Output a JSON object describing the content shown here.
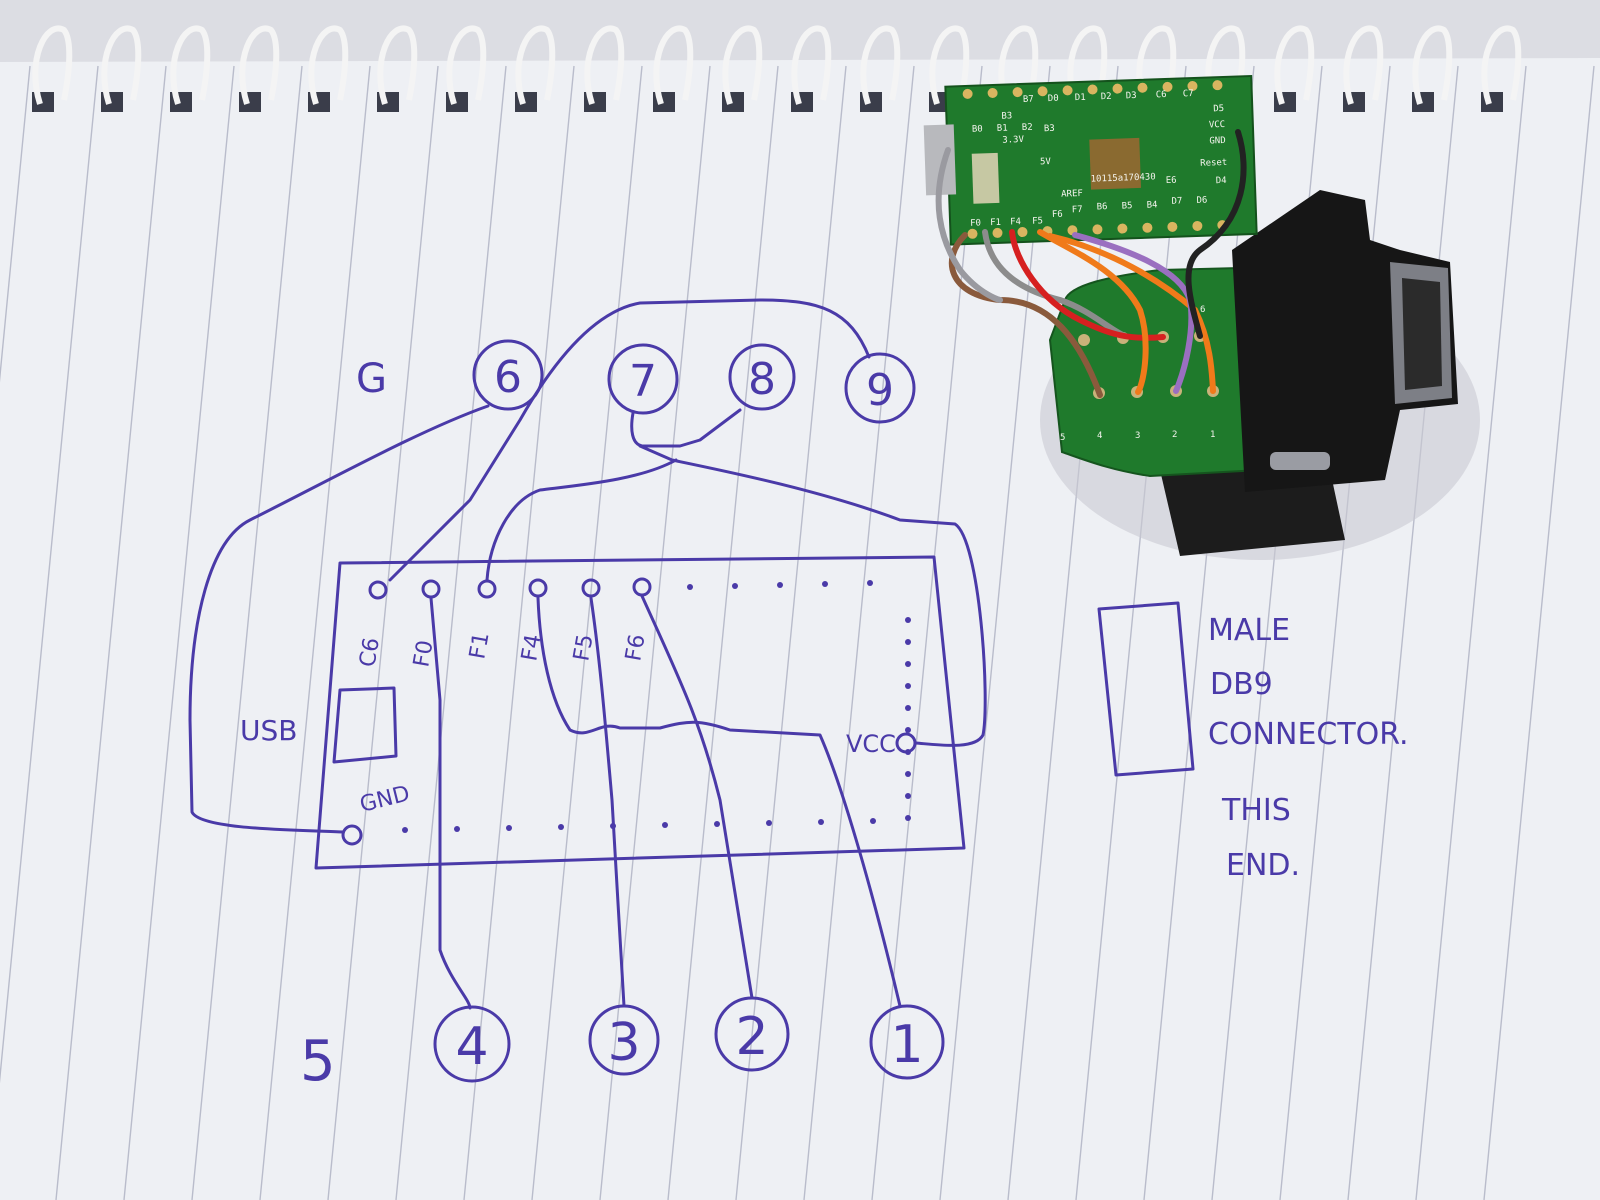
{
  "top_pins": [
    {
      "label": "G"
    },
    {
      "label": "6"
    },
    {
      "label": "7"
    },
    {
      "label": "8"
    },
    {
      "label": "9"
    }
  ],
  "bottom_pins": [
    {
      "label": "5"
    },
    {
      "label": "4"
    },
    {
      "label": "3"
    },
    {
      "label": "2"
    },
    {
      "label": "1"
    }
  ],
  "board_pin_labels": [
    "C6",
    "F0",
    "F1",
    "F4",
    "F5",
    "F6"
  ],
  "board_labels": {
    "usb": "USB",
    "gnd": "GND",
    "vcc": "VCC"
  },
  "side_note": {
    "lines": [
      "MALE",
      "DB9",
      "CONNECTOR.",
      "THIS",
      "END."
    ]
  },
  "pcb_silkscreen": {
    "top_row": [
      "B0",
      "B1",
      "B2",
      "B3",
      "B7",
      "D0",
      "D1",
      "D2",
      "D3",
      "C6",
      "C7"
    ],
    "right_col": [
      "D5",
      "VCC",
      "GND",
      "Reset",
      "D4"
    ],
    "bottom_row": [
      "F7",
      "F6",
      "F5",
      "F4",
      "F1",
      "F0",
      "B6",
      "B5",
      "B4",
      "D7",
      "D6"
    ],
    "misc": [
      "3.3V",
      "5V",
      "AREF",
      "10115a170430",
      "E6",
      "B3"
    ]
  },
  "db9_pin_numbers": [
    "5",
    "4",
    "3",
    "2",
    "1",
    "6"
  ],
  "colors": {
    "paper": "#f1f2f6",
    "ink": "#4a3aa8",
    "pcb": "#1f7a2c",
    "wire_red": "#d62020",
    "wire_orange": "#f07a1a",
    "wire_purple": "#9a6fc0",
    "wire_brown": "#8a5a3c",
    "wire_grey": "#8c8c8c",
    "wire_black": "#222222"
  }
}
